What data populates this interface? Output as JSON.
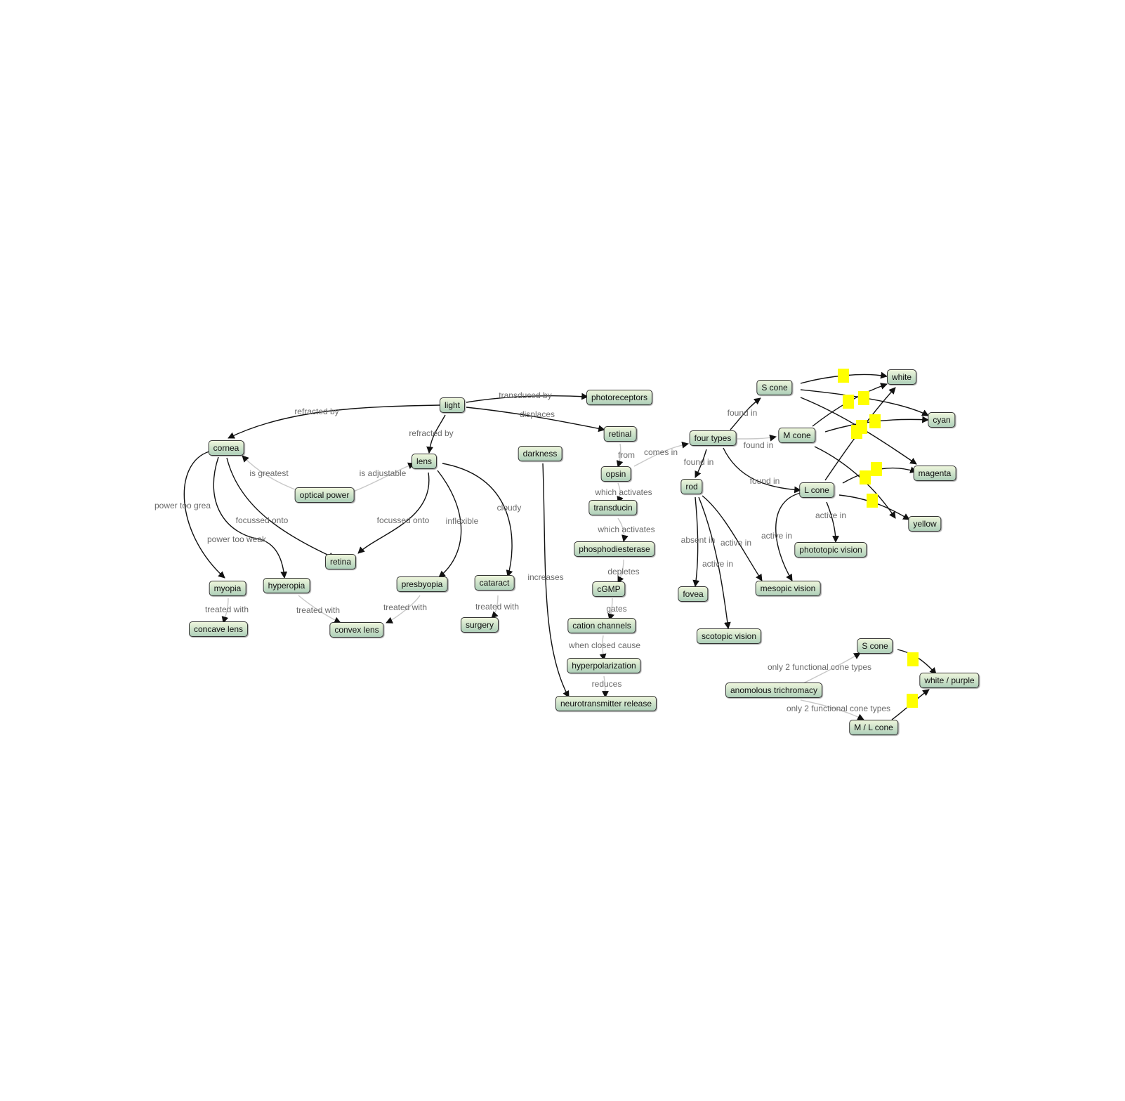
{
  "nodes": [
    {
      "id": "light",
      "label": "light"
    },
    {
      "id": "photoreceptors",
      "label": "photoreceptors"
    },
    {
      "id": "cornea",
      "label": "cornea"
    },
    {
      "id": "lens",
      "label": "lens"
    },
    {
      "id": "retinal",
      "label": "retinal"
    },
    {
      "id": "darkness",
      "label": "darkness"
    },
    {
      "id": "optical_power",
      "label": "optical power"
    },
    {
      "id": "retina",
      "label": "retina"
    },
    {
      "id": "myopia",
      "label": "myopia"
    },
    {
      "id": "hyperopia",
      "label": "hyperopia"
    },
    {
      "id": "presbyopia",
      "label": "presbyopia"
    },
    {
      "id": "cataract",
      "label": "cataract"
    },
    {
      "id": "concave_lens",
      "label": "concave lens"
    },
    {
      "id": "convex_lens",
      "label": "convex lens"
    },
    {
      "id": "surgery",
      "label": "surgery"
    },
    {
      "id": "opsin",
      "label": "opsin"
    },
    {
      "id": "transducin",
      "label": "transducin"
    },
    {
      "id": "phosphodiesterase",
      "label": "phosphodiesterase"
    },
    {
      "id": "cgmp",
      "label": "cGMP"
    },
    {
      "id": "cation_channels",
      "label": "cation channels"
    },
    {
      "id": "hyperpolarization",
      "label": "hyperpolarization"
    },
    {
      "id": "neurotransmitter",
      "label": "neurotransmitter release"
    },
    {
      "id": "four_types",
      "label": "four types"
    },
    {
      "id": "rod",
      "label": "rod"
    },
    {
      "id": "fovea",
      "label": "fovea"
    },
    {
      "id": "scotopic",
      "label": "scotopic vision"
    },
    {
      "id": "mesopic",
      "label": "mesopic vision"
    },
    {
      "id": "photopic",
      "label": "phototopic vision"
    },
    {
      "id": "s_cone",
      "label": "S cone"
    },
    {
      "id": "m_cone",
      "label": "M cone"
    },
    {
      "id": "l_cone",
      "label": "L cone"
    },
    {
      "id": "white",
      "label": "white"
    },
    {
      "id": "cyan",
      "label": "cyan"
    },
    {
      "id": "magenta",
      "label": "magenta"
    },
    {
      "id": "yellow",
      "label": "yellow"
    },
    {
      "id": "s_cone_2",
      "label": "S cone"
    },
    {
      "id": "white_purple",
      "label": "white / purple"
    },
    {
      "id": "anomolous",
      "label": "anomolous trichromacy"
    },
    {
      "id": "ml_cone",
      "label": "M / L cone"
    }
  ],
  "edge_labels": [
    {
      "id": "lbl_transduced_by",
      "text": "transduced by"
    },
    {
      "id": "lbl_refracted_by_1",
      "text": "refracted by"
    },
    {
      "id": "lbl_displaces",
      "text": "displaces"
    },
    {
      "id": "lbl_refracted_by_2",
      "text": "refracted by"
    },
    {
      "id": "lbl_is_greatest",
      "text": "is greatest"
    },
    {
      "id": "lbl_is_adjustable",
      "text": "is adjustable"
    },
    {
      "id": "lbl_power_too_great",
      "text": "power too grea"
    },
    {
      "id": "lbl_focussed_onto_1",
      "text": "focussed onto"
    },
    {
      "id": "lbl_focussed_onto_2",
      "text": "focussed onto"
    },
    {
      "id": "lbl_power_too_weak",
      "text": "power too weak"
    },
    {
      "id": "lbl_inflexible",
      "text": "inflexible"
    },
    {
      "id": "lbl_cloudy",
      "text": "cloudy"
    },
    {
      "id": "lbl_treated_with_1",
      "text": "treated with"
    },
    {
      "id": "lbl_treated_with_2",
      "text": "treated with"
    },
    {
      "id": "lbl_treated_with_3",
      "text": "treated with"
    },
    {
      "id": "lbl_treated_with_4",
      "text": "treated with"
    },
    {
      "id": "lbl_increases",
      "text": "increases"
    },
    {
      "id": "lbl_from",
      "text": "from"
    },
    {
      "id": "lbl_comes_in",
      "text": "comes in"
    },
    {
      "id": "lbl_which_activates_1",
      "text": "which activates"
    },
    {
      "id": "lbl_which_activates_2",
      "text": "which activates"
    },
    {
      "id": "lbl_depletes",
      "text": "depletes"
    },
    {
      "id": "lbl_gates",
      "text": "gates"
    },
    {
      "id": "lbl_when_closed",
      "text": "when closed cause"
    },
    {
      "id": "lbl_reduces",
      "text": "reduces"
    },
    {
      "id": "lbl_found_in_1",
      "text": "found in"
    },
    {
      "id": "lbl_found_in_2",
      "text": "found in"
    },
    {
      "id": "lbl_found_in_3",
      "text": "found in"
    },
    {
      "id": "lbl_found_in_4",
      "text": "found in"
    },
    {
      "id": "lbl_absent_in",
      "text": "absent in"
    },
    {
      "id": "lbl_active_in_1",
      "text": "active in"
    },
    {
      "id": "lbl_active_in_2",
      "text": "active in"
    },
    {
      "id": "lbl_active_in_3",
      "text": "active in"
    },
    {
      "id": "lbl_active_in_4",
      "text": "active in"
    },
    {
      "id": "lbl_only2_1",
      "text": "only 2 functional cone types"
    },
    {
      "id": "lbl_only2_2",
      "text": "only 2 functional cone types"
    }
  ],
  "note_count": 12,
  "colors": {
    "node_gradient_top": "#eef6dc",
    "node_gradient_bottom": "#aecfb9",
    "note": "#ffff00",
    "edge": "#111111",
    "edge_label": "#6a6a6a"
  }
}
